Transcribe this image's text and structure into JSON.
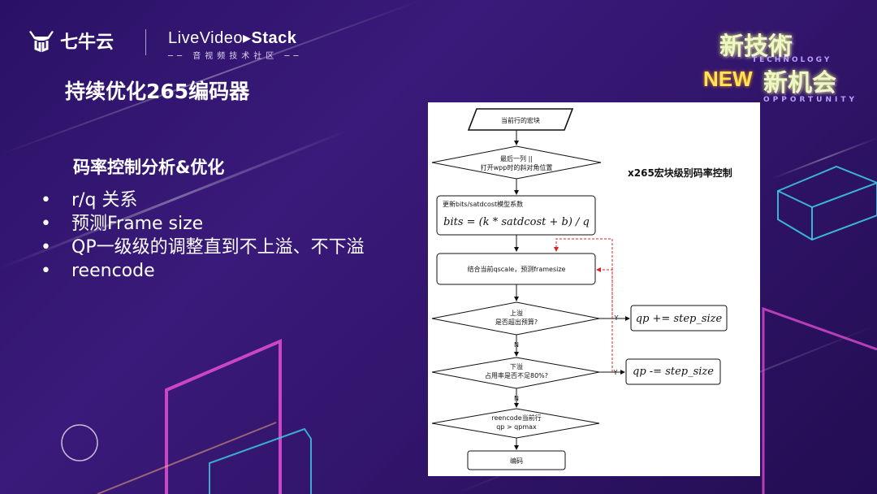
{
  "header": {
    "logo_text": "七牛云",
    "brand_name_prefix": "Live",
    "brand_name_mid": "Video",
    "brand_name_bold": "Stack",
    "brand_sub": "音视频技术社区"
  },
  "badge": {
    "line1": "新技術",
    "tech": "TECHNOLOGY",
    "new": "NEW",
    "line2": "新机会",
    "opportunity": "OPPORTUNITY"
  },
  "slide": {
    "title": "持续优化265编码器",
    "subtitle": "码率控制分析&优化",
    "bullets": [
      "r/q 关系",
      "预测Frame size",
      "QP一级级的调整直到不上溢、不下溢",
      "reencode"
    ]
  },
  "flowchart": {
    "title": "x265宏块级别码率控制",
    "start": "当前行的宏块",
    "cond1_line1": "最后一列 ||",
    "cond1_line2": "打开wpp时的斜对角位置",
    "update_line1": "更新bits/satdcost模型系数",
    "update_formula": "bits = (k * satdcost + b) / q",
    "predict": "结合当前qscale，预测framesize",
    "overflow_line1": "上溢",
    "overflow_line2": "是否超出预算?",
    "y_label1": "Y",
    "n_label1": "N",
    "qp_plus": "qp += step_size",
    "underflow_line1": "下溢",
    "underflow_line2": "占用率是否不足80%?",
    "y_label2": "Y",
    "n_label2": "N",
    "qp_minus": "qp -= step_size",
    "reencode_line1": "reencode当前行",
    "reencode_line2": "qp > qpmax",
    "encode": "编码"
  },
  "colors": {
    "background": "#2e136b",
    "accent_pink": "#d94bd0",
    "accent_cyan": "#3fd0e6",
    "arrow_red": "#e02020"
  }
}
